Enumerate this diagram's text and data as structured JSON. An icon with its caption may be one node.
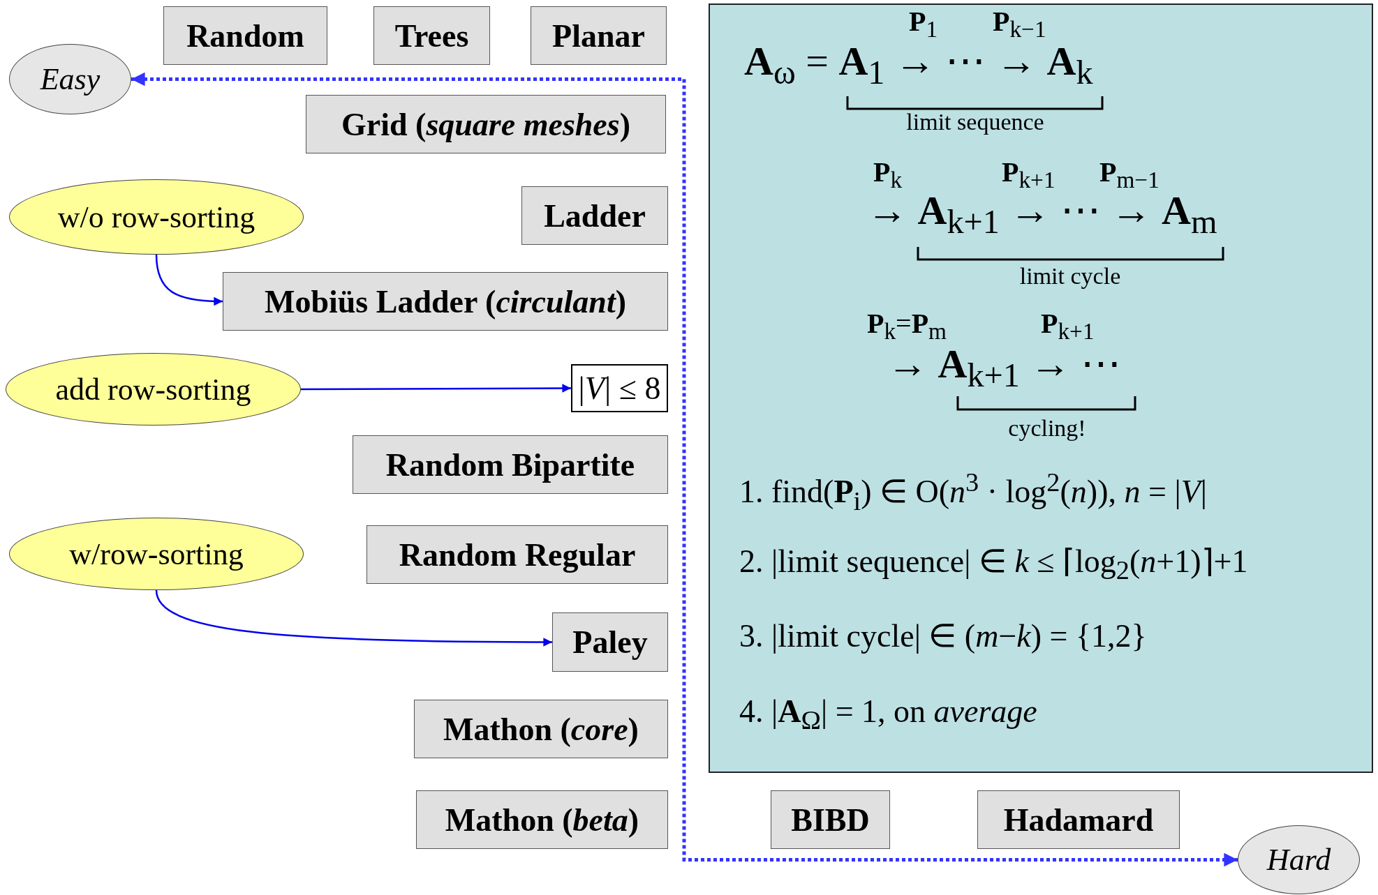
{
  "diagram": {
    "nodes": [
      {
        "text": [
          "Random"
        ]
      },
      {
        "text": [
          "Trees"
        ]
      },
      {
        "text": [
          "Planar"
        ]
      },
      {
        "text": [
          "**P**$_{1}$",
          "**P**$_{k−1}$",
          "**A**$_{ω}$ = **A**$_{1}$ → ⋯ → **A**$_{k}$",
          "limit sequence",
          "**P**$_{k}$",
          "**P**$_{k+1}$",
          "**P**$_{m−1}$",
          "→ **A**$_{k+1}$ → ⋯ → **A**$_{m}$",
          "limit cycle",
          "**P**$_{k}$=**P**$_{m}$",
          "**P**$_{k+1}$",
          "→ **A**$_{k+1}$ → ⋯",
          "cycling!",
          "1. find(**P**$_{i}$) ∈ O(*n*$^{3}$ · log$^{2}$(*n*)), *n* = |*V*|",
          "2. |limit sequence| ∈ *k* ≤ ⌈log$_{2}$(*n*+1)⌉+1",
          "3. |limit cycle| ∈ (*m*−*k*) = {1,2}",
          "4. |**A**$_{Ω}$| = 1, on *average*"
        ]
      },
      {
        "text": [
          "Easy"
        ]
      },
      {
        "text": [
          "Grid (*square meshes*)"
        ]
      },
      {
        "text": [
          "w/o row-sorting"
        ]
      },
      {
        "text": [
          "Ladder"
        ]
      },
      {
        "text": [
          "Mobiüs Ladder (*circulant*)"
        ]
      },
      {
        "text": [
          "add row-sorting"
        ]
      },
      {
        "text": [
          "|*V*| ≤ 8"
        ]
      },
      {
        "text": [
          "Random Bipartite"
        ]
      },
      {
        "text": [
          "w/row-sorting"
        ]
      },
      {
        "text": [
          "Random Regular"
        ]
      },
      {
        "text": [
          "Paley"
        ]
      },
      {
        "text": [
          "Mathon (*core*)"
        ]
      },
      {
        "text": [
          "Mathon (*beta*)"
        ]
      },
      {
        "text": [
          "BIBD"
        ]
      },
      {
        "text": [
          "Hadamard"
        ]
      },
      {
        "text": [
          "Hard"
        ]
      }
    ],
    "edges": [
      {
        "from": 4,
        "to": 19,
        "arrow": "both",
        "style": "dashed",
        "color": "#3333ff"
      },
      {
        "from": 6,
        "to": 8,
        "arrow": "to",
        "color": "#0000ee"
      },
      {
        "from": 9,
        "to": 10,
        "arrow": "to",
        "color": "#0000ee"
      },
      {
        "from": 12,
        "to": 14,
        "arrow": "to",
        "color": "#0000ee"
      }
    ]
  }
}
